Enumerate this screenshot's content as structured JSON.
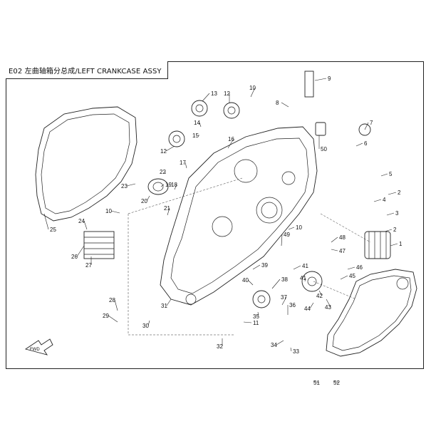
{
  "title": "E02 左曲轴箱分总成/LEFT CRANKCASE ASSY",
  "fwd_label": "FWD",
  "callouts": [
    "1",
    "2",
    "2",
    "3",
    "4",
    "5",
    "6",
    "7",
    "8",
    "9",
    "10",
    "10",
    "10",
    "11",
    "12",
    "12",
    "13",
    "14",
    "15",
    "16",
    "17",
    "18",
    "19",
    "20",
    "21",
    "22",
    "23",
    "24",
    "25",
    "26",
    "27",
    "28",
    "29",
    "30",
    "31",
    "32",
    "33",
    "34",
    "35",
    "36",
    "37",
    "38",
    "39",
    "40",
    "41",
    "41",
    "42",
    "43",
    "44",
    "45",
    "46",
    "47",
    "48",
    "49",
    "50",
    "51",
    "52"
  ]
}
